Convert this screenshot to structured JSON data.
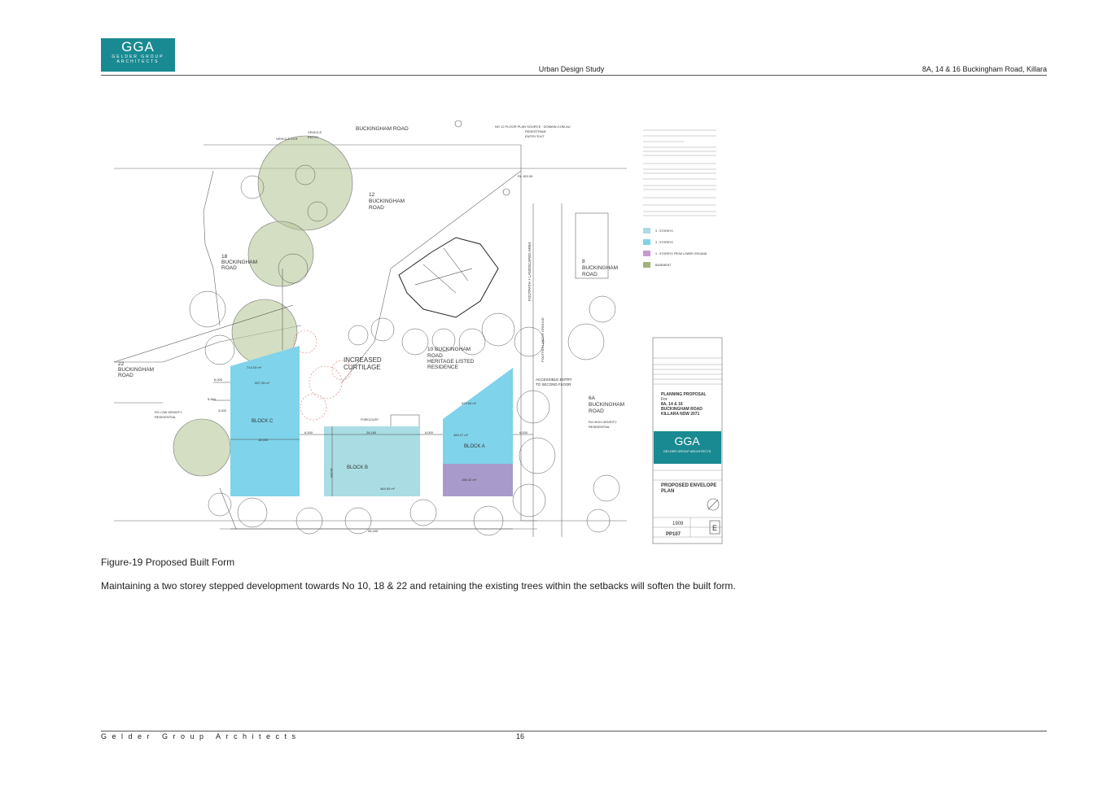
{
  "header": {
    "logo_main": "GGA",
    "logo_sub": "GELDER GROUP ARCHITECTS",
    "center": "Urban Design Study",
    "right": "8A, 14 & 16 Buckingham Road, Killara"
  },
  "plan": {
    "road_top": "BUCKINGHAM ROAD",
    "vehicle_exit_1": "VEHICLE EXIT",
    "vehicle_exit_2": "VEHICLE",
    "vehicle_entry": "ENTRY",
    "floor_plan_source": "NO 12 FLOOR PLAN SOURCE : DOMAIN.COM.AU",
    "pedestrian": "PEDESTRIAN",
    "entry_exit": "ENTRY EXIT",
    "lot12_a": "12",
    "lot12_b": "BUCKINGHAM",
    "lot12_c": "ROAD",
    "lot18_a": "18",
    "lot18_b": "BUCKINGHAM",
    "lot18_c": "ROAD",
    "lot22_a": "22",
    "lot22_b": "BUCKINGHAM",
    "lot22_c": "ROAD",
    "lot8_a": "8",
    "lot8_b": "BUCKINGHAM",
    "lot8_c": "ROAD",
    "lot6a_a": "6A",
    "lot6a_b": "BUCKINGHAM",
    "lot6a_c": "ROAD",
    "lot10_a": "10 BUCKINGHAM",
    "lot10_b": "ROAD",
    "lot10_c": "HERITAGE LISTED",
    "lot10_d": "RESIDENCE",
    "curtilage_a": "INCREASED",
    "curtilage_b": "CURTILAGE",
    "footpath": "FOOTPATH + LANDSCAPED AREA",
    "footpath_above": "FOOTPATH ABOVE GROUND",
    "accessible_a": "ACCESSIBLE ENTRY",
    "accessible_b": "TO SECOND FLOOR",
    "r2_a": "R2 LOW DENSITY",
    "r2_b": "RESIDENTIAL",
    "r4_a": "R4 HIGH DENSITY",
    "r4_b": "RESIDENTIAL",
    "block_a": "BLOCK A",
    "block_b": "BLOCK B",
    "block_c": "BLOCK C",
    "forecourt": "FORECOURT",
    "area_c1": "714.03 m²",
    "area_c2": "557.39 m²",
    "area_a1": "529.94 m²",
    "area_a2": "465.07 m²",
    "area_a3": "156.32 m²",
    "area_b": "484.05 m²",
    "dim_6000_a": "6,000",
    "dim_6000_b": "6,000",
    "dim_6000_c": "6,000",
    "dim_6000_d": "6,000",
    "dim_5964": "5,964",
    "dim_3000": "3,000",
    "dim_18500": "18,500",
    "dim_26160": "26,160",
    "dim_18500v": "18,500",
    "dim_96440": "96,440",
    "rl": "RL 153.00"
  },
  "legend": {
    "items": [
      {
        "label": "3 - STOREYS",
        "color": "#a9dde3"
      },
      {
        "label": "3 - STOREYS",
        "color": "#7fd3ea"
      },
      {
        "label": "4 - STOREYS FROM LOWER GROUND",
        "color": "#c99ad0"
      },
      {
        "label": "BASEMENT",
        "color": "#a3b27a"
      }
    ]
  },
  "titleblock": {
    "proposal": "PLANNING PROPOSAL",
    "for": "For",
    "addr1": "8A, 14 & 16",
    "addr2": "BUCKINGHAM ROAD",
    "addr3": "KILLARA NSW 2071",
    "logo_main": "GGA",
    "logo_sub": "GELDER GROUP ARCHITECTS",
    "drawing_title_1": "PROPOSED ENVELOPE",
    "drawing_title_2": "PLAN",
    "job": "1909",
    "drawing_no": "PP107",
    "revision": "E"
  },
  "content": {
    "caption": "Figure-19 Proposed Built Form",
    "body": "Maintaining a two storey stepped development towards No 10, 18 & 22 and retaining the existing trees within the setbacks will soften the built form."
  },
  "footer": {
    "firm": "Gelder Group Architects",
    "page": "16"
  }
}
